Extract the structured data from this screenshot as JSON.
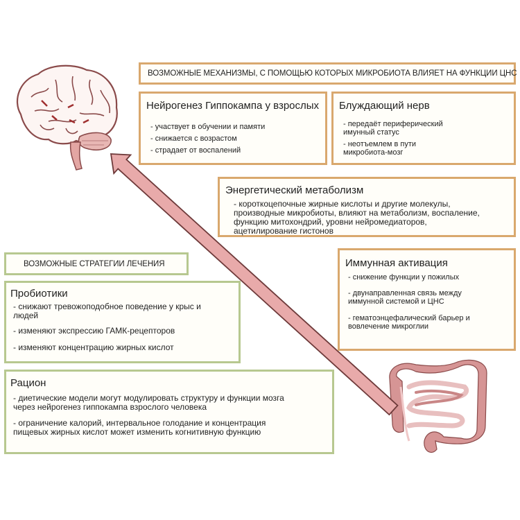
{
  "colors": {
    "mechanism_border": "#d9a86e",
    "strategy_border": "#b7c890",
    "arrow_fill": "#e8aaaa",
    "arrow_stroke": "#6e3a3a",
    "organ_fill": "#d69595",
    "organ_stroke": "#8a4a4a"
  },
  "mechanisms": {
    "title": "ВОЗМОЖНЫЕ МЕХАНИЗМЫ, С ПОМОЩЬЮ КОТОРЫХ МИКРОБИОТА ВЛИЯЕТ НА ФУНКЦИИ ЦНС",
    "neurogenesis": {
      "heading": "Нейрогенез Гиппокампа у взрослых",
      "items": [
        "- участвует в обучении и памяти",
        "- снижается с возрастом",
        "- страдает от воспалений"
      ]
    },
    "vagus": {
      "heading": "Блуждающий нерв",
      "items": [
        "- передаёт периферический имунный статус",
        "- неотъемлем в пути микробиота-мозг"
      ]
    },
    "energy": {
      "heading": "Энергетический метаболизм",
      "items": [
        "- короткоцепочные жирные кислоты и другие молекулы, производные микробиоты, влияют на метаболизм, воспаление, функцию митохондрий, уровни нейромедиаторов, ацетилирование гистонов"
      ]
    },
    "immune": {
      "heading": "Иммунная активация",
      "items": [
        "- снижение функции у пожилых",
        "- двунаправленная связь между иммунной системой и ЦНС",
        "- гематоэнцефалический барьер и вовлечение микроглии"
      ]
    }
  },
  "strategies": {
    "title": "ВОЗМОЖНЫЕ СТРАТЕГИИ ЛЕЧЕНИЯ",
    "probiotics": {
      "heading": "Пробиотики",
      "items": [
        "- снижают тревожоподобное поведение у крыс и людей",
        "- изменяют экспрессию ГАМК-рецепторов",
        "- изменяют концентрацию жирных кислот"
      ]
    },
    "diet": {
      "heading": "Рацион",
      "items": [
        "- диетические модели могут модулировать структуру и функции мозга через нейрогенез гиппокампа взрослого человека",
        "- ограничение калорий, интервальное голодание и концентрация пищевых жирных кислот может изменить когнитивную функцию"
      ]
    }
  },
  "illustrations": {
    "brain": "brain-icon",
    "intestine": "intestine-icon",
    "arrow": "gut-to-brain-arrow"
  }
}
